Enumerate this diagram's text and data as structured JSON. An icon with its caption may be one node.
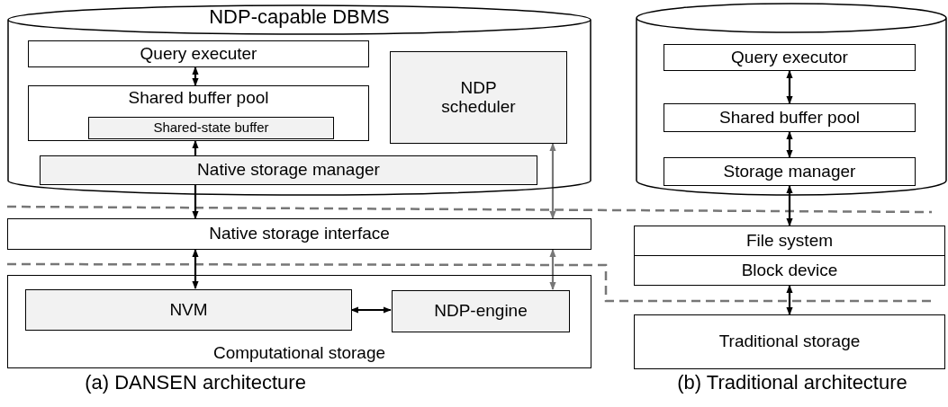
{
  "diagram": {
    "nodes": [
      {
        "text": [
          "NDP-capable DBMS"
        ]
      },
      {
        "text": [
          "Query executer"
        ],
        "in": 0
      },
      {
        "text": [
          "Shared buffer pool"
        ],
        "in": 0
      },
      {
        "text": [
          "Shared-state buffer"
        ],
        "in": 2
      },
      {
        "text": [
          "NDP scheduler"
        ],
        "in": 0
      },
      {
        "text": [
          "Native storage manager"
        ],
        "in": 0
      },
      {
        "text": [
          "Native storage interface"
        ]
      },
      {
        "text": [
          "Computational storage"
        ]
      },
      {
        "text": [
          "NVM"
        ],
        "in": 7
      },
      {
        "text": [
          "NDP-engine"
        ],
        "in": 7
      },
      {
        "text": [],
        "shape": "cylinder"
      },
      {
        "text": [
          "Query executor"
        ],
        "in": 10
      },
      {
        "text": [
          "Shared buffer pool"
        ],
        "in": 10
      },
      {
        "text": [
          "Storage manager"
        ],
        "in": 10
      },
      {
        "text": [
          "File system"
        ]
      },
      {
        "text": [
          "Block device"
        ]
      },
      {
        "text": [
          "Traditional storage"
        ]
      }
    ],
    "edges": [
      {
        "from": 1,
        "to": 2,
        "arrow": "both"
      },
      {
        "from": 5,
        "to": 2,
        "arrow": "to"
      },
      {
        "from": 5,
        "to": 6,
        "arrow": "to"
      },
      {
        "from": 4,
        "to": 6,
        "arrow": "both",
        "color": "#777777"
      },
      {
        "from": 6,
        "to": 8,
        "arrow": "both"
      },
      {
        "from": 6,
        "to": 9,
        "arrow": "both",
        "color": "#777777"
      },
      {
        "from": 8,
        "to": 9,
        "arrow": "both"
      },
      {
        "from": 11,
        "to": 12,
        "arrow": "both"
      },
      {
        "from": 12,
        "to": 13,
        "arrow": "both"
      },
      {
        "from": 13,
        "to": 14,
        "arrow": "both"
      },
      {
        "from": 15,
        "to": 16,
        "arrow": "both"
      }
    ],
    "labels": [
      "(a) DANSEN architecture",
      "(b) Traditional architecture"
    ]
  }
}
